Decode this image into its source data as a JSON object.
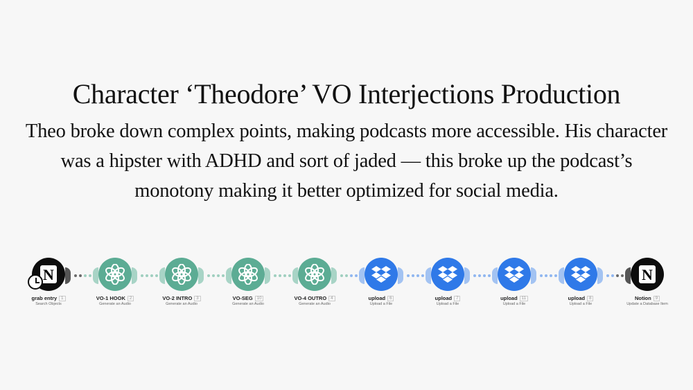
{
  "title": "Character ‘Theodore’ VO Interjections Production",
  "description": "Theo broke down complex points, making podcasts more accessible. His character was a hipster with ADHD and sort of jaded — this broke up the podcast’s monotony making it better optimized for social media.",
  "modules": [
    {
      "app": "notion",
      "icon": "notion-icon",
      "label": "grab entry",
      "index": "1",
      "action": "Search Objects"
    },
    {
      "app": "openai",
      "icon": "openai-icon",
      "label": "VO-1 HOOK",
      "index": "2",
      "action": "Generate an Audio"
    },
    {
      "app": "openai",
      "icon": "openai-icon",
      "label": "VO-2 INTRO",
      "index": "3",
      "action": "Generate an Audio"
    },
    {
      "app": "openai",
      "icon": "openai-icon",
      "label": "VO-SEG",
      "index": "10",
      "action": "Generate an Audio"
    },
    {
      "app": "openai",
      "icon": "openai-icon",
      "label": "VO-4 OUTRO",
      "index": "4",
      "action": "Generate an Audio"
    },
    {
      "app": "dropbox",
      "icon": "dropbox-icon",
      "label": "upload",
      "index": "6",
      "action": "Upload a File"
    },
    {
      "app": "dropbox",
      "icon": "dropbox-icon",
      "label": "upload",
      "index": "7",
      "action": "Upload a File"
    },
    {
      "app": "dropbox",
      "icon": "dropbox-icon",
      "label": "upload",
      "index": "11",
      "action": "Upload a File"
    },
    {
      "app": "dropbox",
      "icon": "dropbox-icon",
      "label": "upload",
      "index": "8",
      "action": "Upload a File"
    },
    {
      "app": "notion",
      "icon": "notion-icon",
      "label": "Notion",
      "index": "9",
      "action": "Update a Database Item"
    }
  ],
  "colors": {
    "notion": "#0d0d0d",
    "openai": "#5cac94",
    "dropbox": "#2f79e8"
  }
}
